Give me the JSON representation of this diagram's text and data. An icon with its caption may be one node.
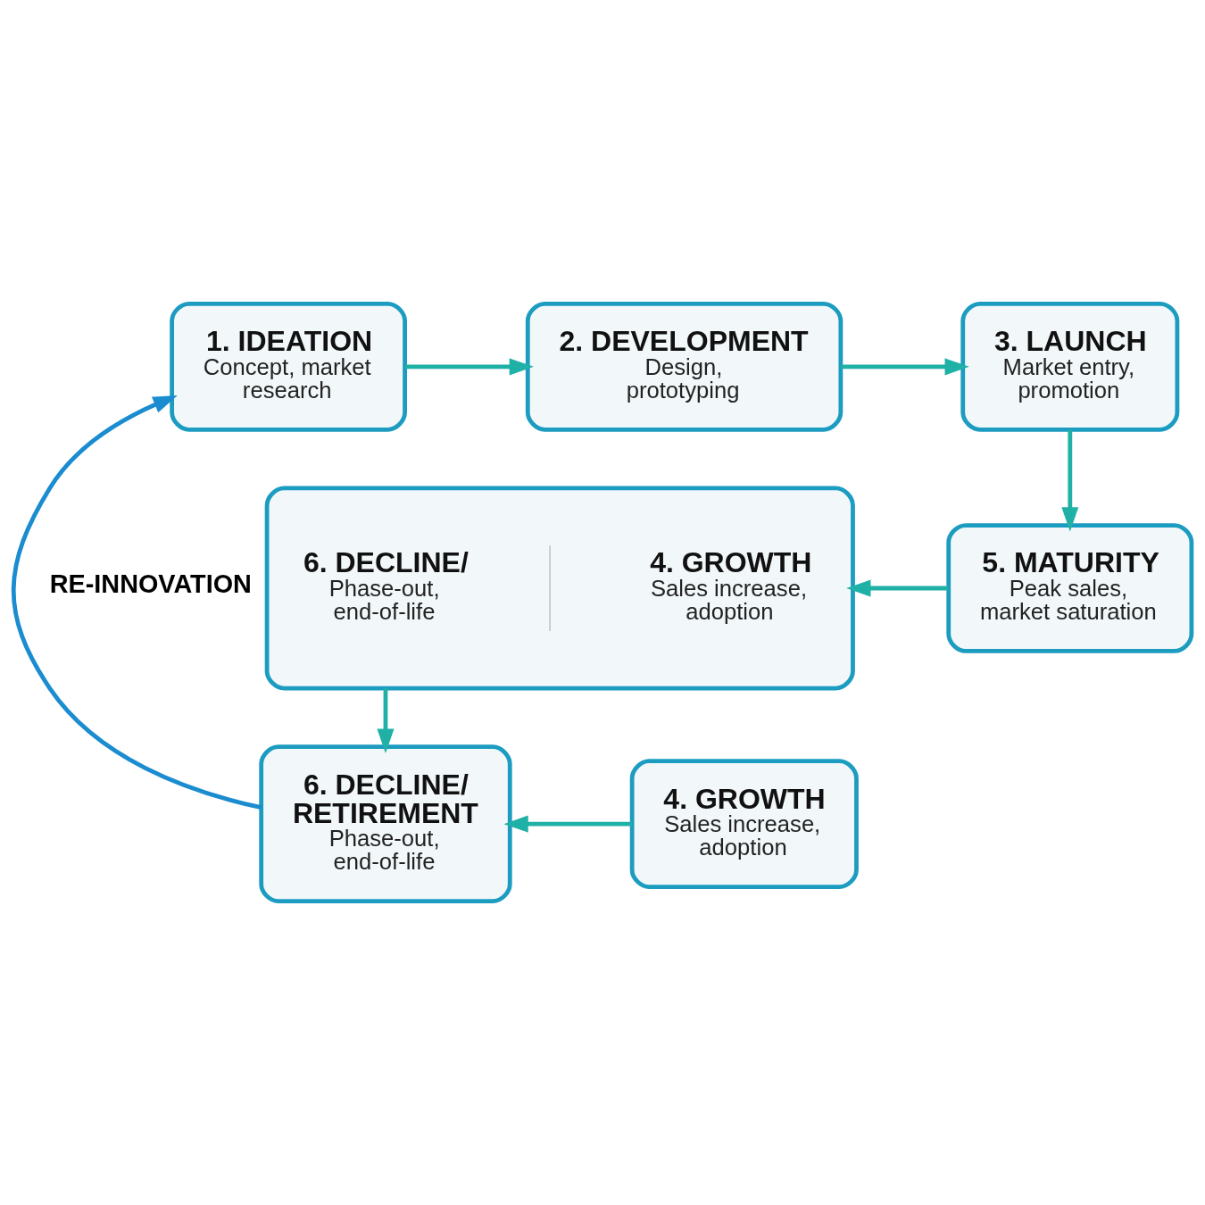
{
  "diagram": {
    "nodes": [
      {
        "text": [
          "1. IDEATION",
          "Concept, market research"
        ]
      },
      {
        "text": [
          "2. DEVELOPMENT",
          "Design, prototyping"
        ]
      },
      {
        "text": [
          "3. LAUNCH",
          "Market entry, promotion"
        ]
      },
      {
        "text": [],
        "shape": "box"
      },
      {
        "text": [
          "6. DECLINE/",
          "Phase-out, end-of-life"
        ],
        "in": 3
      },
      {
        "text": [
          "4. GROWTH",
          "Sales increase, adoption"
        ],
        "in": 3
      },
      {
        "text": [
          "5. MATURITY",
          "Peak sales, market saturation"
        ]
      },
      {
        "text": [
          "6. DECLINE/ RETIREMENT",
          "Phase-out, end-of-life"
        ]
      },
      {
        "text": [
          "4. GROWTH",
          "Sales increase, adoption"
        ]
      }
    ],
    "edges": [
      {
        "from": 0,
        "to": 1,
        "arrow": "to"
      },
      {
        "from": 1,
        "to": 2,
        "arrow": "to"
      },
      {
        "from": 2,
        "to": 6,
        "arrow": "to"
      },
      {
        "from": 6,
        "to": 3,
        "arrow": "to"
      },
      {
        "from": 3,
        "to": 7,
        "arrow": "to"
      },
      {
        "from": 8,
        "to": 7,
        "arrow": "to"
      },
      {
        "from": 7,
        "to": 0,
        "arrow": "to",
        "label": "RE-INNOVATION",
        "color": "#1a8ccf"
      }
    ]
  }
}
